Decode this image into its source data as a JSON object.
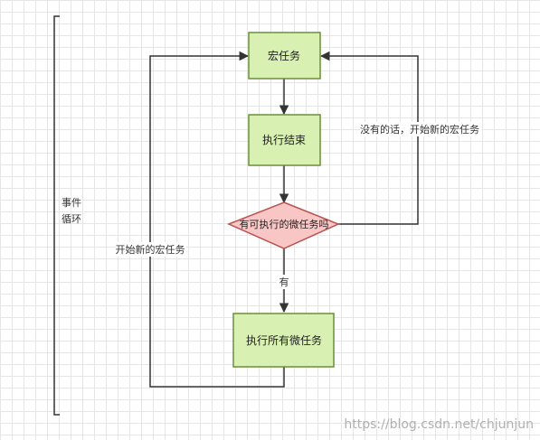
{
  "side_label": {
    "line1": "事件",
    "line2": "循环"
  },
  "nodes": {
    "macro_task": "宏任务",
    "execute_end": "执行结束",
    "has_micro": "有可执行的微任务吗",
    "run_all_micro": "执行所有微任务"
  },
  "edges": {
    "no_label": "没有的话，开始新的宏任务",
    "yes_label": "有",
    "loop_label": "开始新的宏任务"
  },
  "watermark": "https://blog.csdn.net/chjunjun",
  "colors": {
    "box_fill": "#d9f0b3",
    "box_stroke": "#6a8f3a",
    "diamond_fill": "#f9c6c6",
    "diamond_stroke": "#b85450",
    "line": "#333333"
  }
}
